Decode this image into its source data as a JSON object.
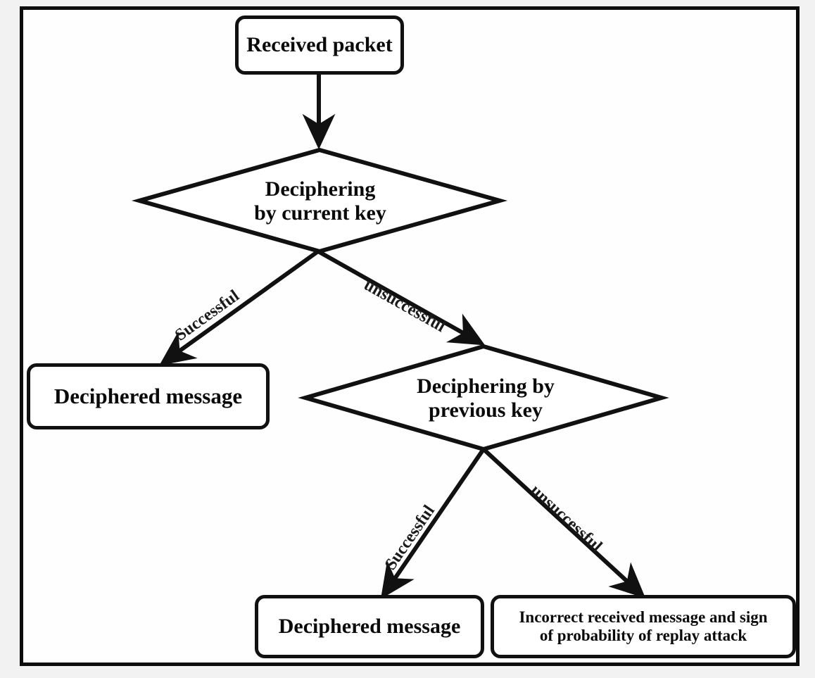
{
  "diagram": {
    "title": "Packet deciphering decision flowchart",
    "background_color": "#fefefe",
    "frame_color": "#0d0d0d",
    "line_color": "#111111",
    "nodes": {
      "received_packet": {
        "label": "Received packet",
        "shape": "rounded-rectangle"
      },
      "decision_current_key": {
        "label_line1": "Deciphering",
        "label_line2": "by current key",
        "shape": "diamond"
      },
      "deciphered_message_left": {
        "label": "Deciphered message",
        "shape": "rounded-rectangle"
      },
      "decision_previous_key": {
        "label_line1": "Deciphering by",
        "label_line2": "previous key",
        "shape": "diamond"
      },
      "deciphered_message_bottom": {
        "label": "Deciphered message",
        "shape": "rounded-rectangle"
      },
      "incorrect_message": {
        "label_line1": "Incorrect received message and sign",
        "label_line2": "of probability of replay attack",
        "shape": "rounded-rectangle"
      }
    },
    "edges": {
      "packet_to_decision1": {
        "label": ""
      },
      "decision1_successful": {
        "label": "Successful"
      },
      "decision1_unsuccessful": {
        "label": "unsuccessful"
      },
      "decision2_successful": {
        "label": "Successful"
      },
      "decision2_unsuccessful": {
        "label": "unsuccessful"
      }
    }
  }
}
